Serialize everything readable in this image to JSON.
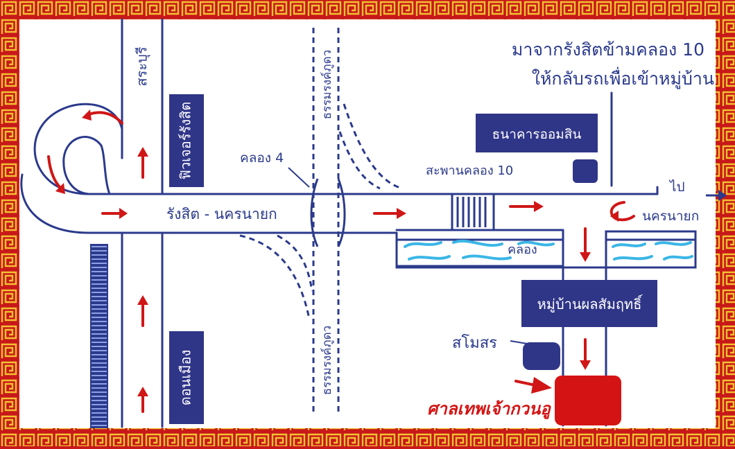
{
  "heading": {
    "line1": "มาจากรังสิตข้ามคลอง 10",
    "line2": "ให้กลับรถเพื่อเข้าหมู่บ้าน"
  },
  "roads": {
    "main_road": "รังสิต - นครนายก",
    "saraburi": "สระบุรี",
    "expressway_north": "ธรรมรงค์ภูดว",
    "expressway_south": "ธรรมรงค์ภูดว",
    "khlong4": "คลอง 4",
    "bridge": "สะพานคลอง 10",
    "to_label": "ไป",
    "nakhon_nayok": "นครนายก",
    "canal": "คลอง"
  },
  "places": {
    "future_park": "ฟิวเจอร์รังสิต",
    "donmueang": "ดอนเมือง",
    "gsb_bank": "ธนาคารออมสิน",
    "village": "หมู่บ้านผลสัมฤทธิ์",
    "clubhouse": "สโมสร",
    "shrine": "ศาลเทพเจ้ากวนอู"
  },
  "colors": {
    "frame_red": "#c8181a",
    "frame_gold": "#f2c230",
    "road_blue": "#2b3a8c",
    "label_blue": "#2f3587",
    "arrow_red": "#d01616",
    "water_cyan": "#3bb6e6",
    "shrine_red": "#d41414",
    "paper": "#ffffff"
  }
}
